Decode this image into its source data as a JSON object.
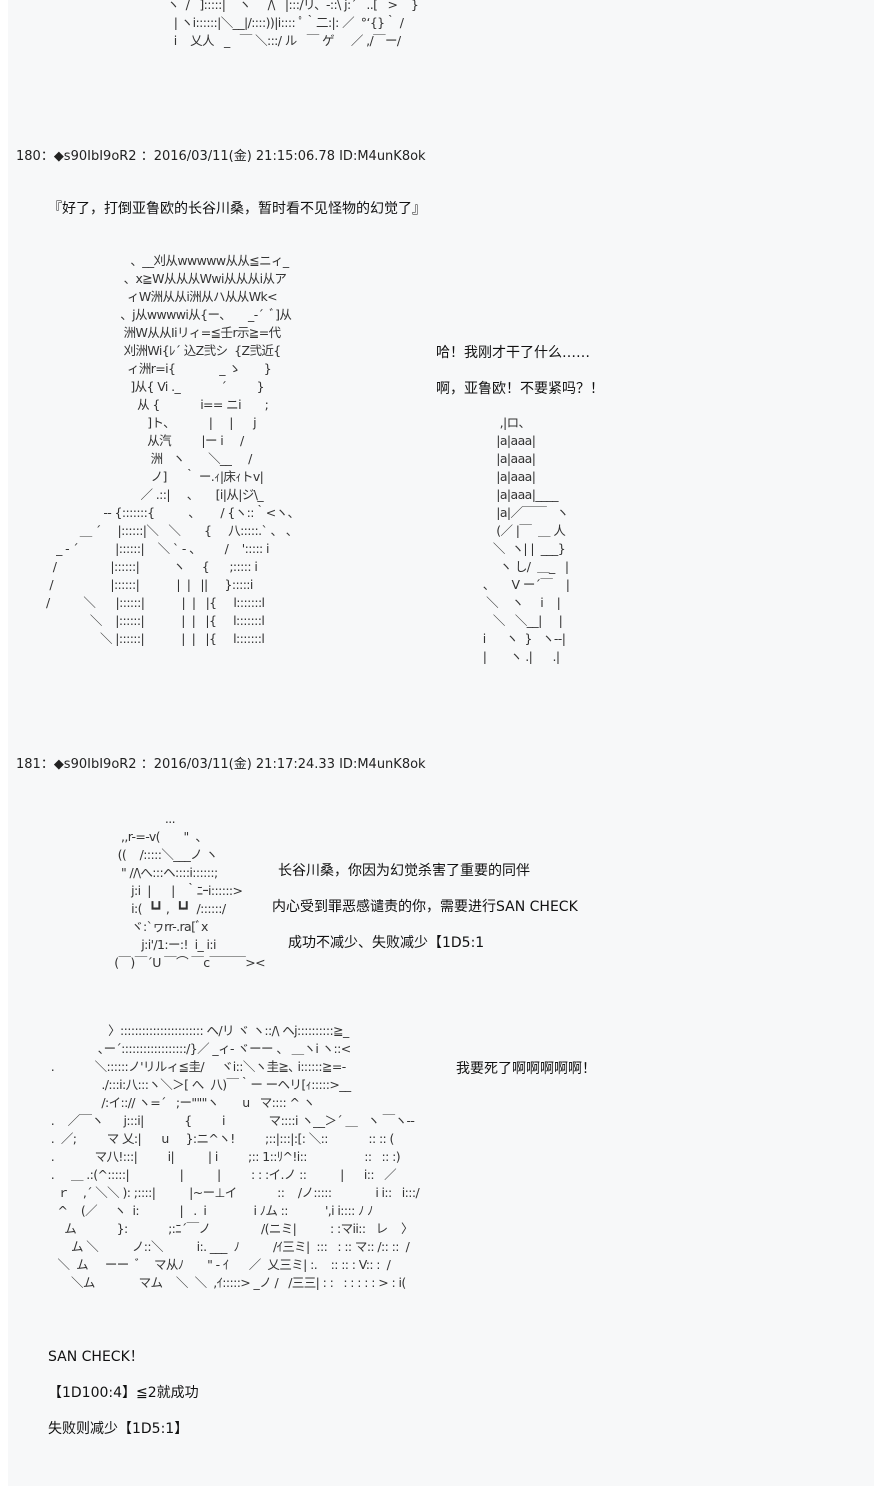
{
  "art": {
    "top_fragment": "        ヽ  /   ]:::::|    ヽ     /\\   |:::/リ、-::\\ j:´   ..[   >    }\n          | ヽi::::::|＼__|/::::))|i:::: ﾟ｀二:|: ／  °‘{}｀ /\n          i    乂人   _   ￣ ＼:::/ ル   ￣ ゲ     ／ ,/￣ー/",
    "post180": "                         、__刈从wwwww从从≦ニィ_\n                       、x≧W从从从Wwi从从从i从ア\n                        ィW洲从从i洲从ハ从从Wk<\n                      、j从wwwwi从{ー、     _-´  ﾞ]从\n                       洲W从从Iiリィ=≦壬r示≧=代\n                       刈洲Wi{ﾚ´ 込Z弐シ  {Z弐近{\n                        ィ洲r=i{             _ ゝ       }\n                         ]从{ Vi ._            ´         }\n                           从 {            i== ニi       ;\n                              ]ト、          |     |      j\n                              从汽         |ー i     /\n                               洲   ヽ       ＼__     /\n                               ノ]     ｀ ー.ｨ|床ｨトv|\n                            ／ .::|     、     [i|从|ジ\\_\n                 -‐ {:::::::{          、      / {ヽ::｀<ヽ、\n          ＿ ´     |::::::|＼   ＼       {     八:::::.` 、 、\n   _ ‐ ´           |::::::|    ＼ ` ‐ 、       /    '::::: i\n  /                |::::::|          ヽ     {      ;::::: i\n /                 |::::::|           |  |   ||     }:::::i\n/          ＼      |::::::|           |  |   |{     l:::::::l\n             ＼    |::::::|           |  |   |{     l:::::::l\n                ＼ |::::::|           |  |   |{     l:::::::l",
    "post180_right": "       ,|ロ、\n      |a|aaa|\n      |a|aaa|\n      |a|aaa|\n      |a|aaa|____\n      |a|／￣￣   ヽ\n      (／ |￣  ＿ 人\n     ＼  ヽ| |  ___}\n       ヽ し/  ＿_   |\n  、     V ー´￣    |\n   ＼    ヽ     i    |\n     ＼   ＼__|     |\n  i      ヽ  }   ヽ--|\n  |       ヽ .|      .|",
    "post181_a": "                     ...\n        ,,r-=-v(       \"  、\n       ((    /:::::＼___ノ ヽ\n        \" //\\へ:::ヘ::::i::::::;\n           j:i  |      |   ｀ﾆｰi::::::>\n           i:(  ┗┛ ,  ┗┛  /::::::/\n           ヾ:`ヮrr-.ra[ﾞx\n              j:i'/1:ー:!  i_ i:i\n      (￣)￣´U ￣⌒ ￣c￣￣￣><",
    "post181_b": "                   〉::::::::::::::::::::::: ヘ/リ ヾ ヽ::/\\ ヘj::::::::::≧_\n                ､ー´::::::::::::::::::/}／ _ィ- ヾーー 、 ＿ヽi ヽ::<\n  .            ＼::::::ノ'リルィ≦圭/     ヾi::＼ヽ圭≧､ i::::::≧=-\n                 ./:::i:八:::ヽ＼＞[ へ  八)￣｀ー ーヘリ[ｨ:::::>__\n                 /:イ::// ヽ=´   ;ー\"\"\"ヽ       u   マ:::: ^ ヽ\n  .    ／￣ヽ      j:::i|            {         i             マ::::i ヽ__＞´ ＿   ヽ ￣ヽ--\n  .  ／;         マ 乂:|      u     }:ニ^ヽ!         ;::|:::|:[: ＼::            :: :: (\n  .            マ八!:::|         i|          | i         ;:: 1::ﾘ^!i::                 ::   :: :)\n  .     ＿ .:(^:::::|               |          |         : : :イ.ノ ::          |      i::   ／\n    ｒ    ,´ ＼＼ ): ;::::|          |~ー⊥イ            ::    /ノ:::::             i i::   i:::/\n    ^    (／     ヽ  i:            |   .  i              i ﾉム ::           ',i i:::: ﾉ ﾉ\n      ム            }:            ;:ﾆ´￣ノ               /(ニミ|          : :マii::   レ    〉\n        ム ＼          ノ::＼          i:. ___  ﾉ          /ｲ三ミ|  :::   : :: マ:: /:: ::  /\n    ＼  ム     ーー  ﾞ    マ从ﾉ       \" - ｲ      ／  乂三ミ| :.    :: :: : V:: :  /\n        ＼ム             マム    ＼  ＼  ,ｲ:::::> _ノ /   /三三| : :   : : : : : > : i("
  },
  "posts": [
    {
      "id": "post-180",
      "header": "180：◆s90IbI9oR2 ：2016/03/11(金) 21:15:06.78 ID:M4unK8ok",
      "narration": "『好了，打倒亚鲁欧的长谷川桑，暂时看不见怪物的幻觉了』",
      "speech": [
        "哈！我刚才干了什么……",
        "啊，亚鲁欧！不要紧吗？！"
      ]
    },
    {
      "id": "post-181",
      "header": "181：◆s90IbI9oR2 ：2016/03/11(金) 21:17:24.33 ID:M4unK8ok",
      "speech_a": [
        "长谷川桑，你因为幻觉杀害了重要的同伴",
        "内心受到罪恶感谴责的你，需要进行SAN CHECK",
        "成功不减少、失败减少【1D5:1"
      ],
      "speech_b": "我要死了啊啊啊啊啊！",
      "check": [
        "SAN CHECK！",
        "【1D100:4】≦2就成功",
        "失败则减少【1D5:1】"
      ]
    }
  ]
}
